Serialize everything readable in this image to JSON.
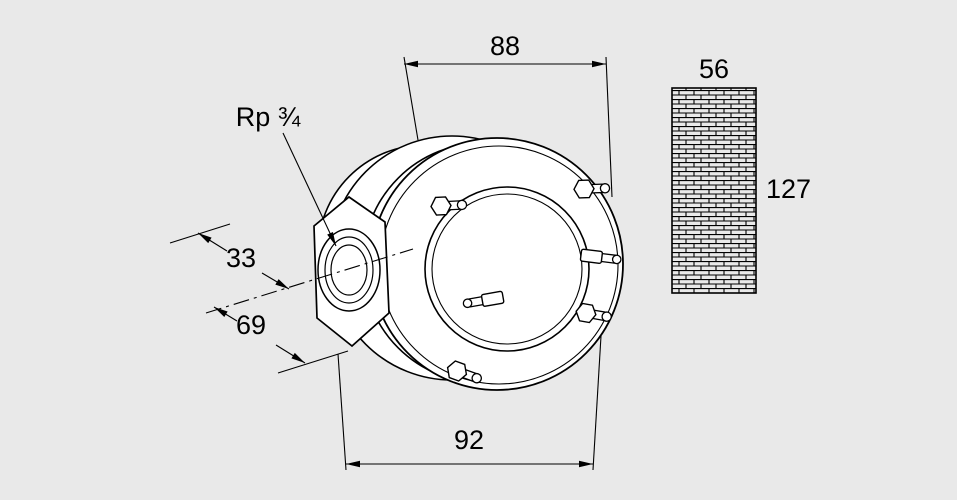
{
  "diagram": {
    "type": "technical-dimension-drawing",
    "background_color": "#e9e9e9",
    "line_color": "#000000",
    "part": "gas-valve-body-with-flange-and-threaded-port",
    "labels": {
      "thread_port": "Rp ¾",
      "dim_top_width": "88",
      "dim_upper_offset": "33",
      "dim_lower_offset": "69",
      "dim_bottom_width": "92",
      "block_width": "56",
      "block_height": "127"
    }
  }
}
